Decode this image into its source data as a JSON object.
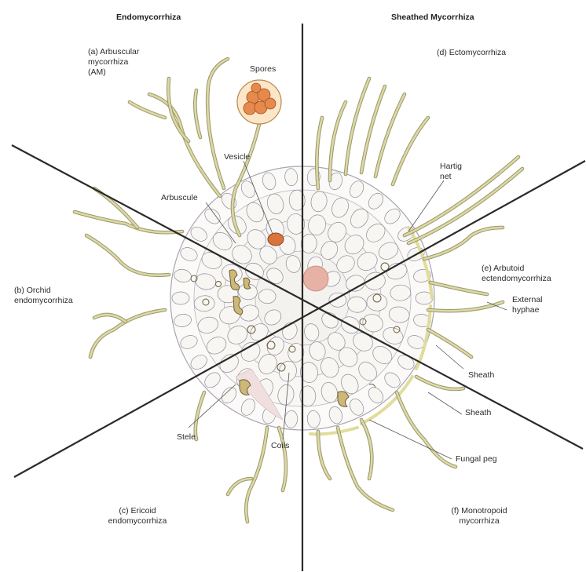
{
  "headers": {
    "left": "Endomycorrhiza",
    "right": "Sheathed Mycorrhiza"
  },
  "sectors": {
    "a": "(a) Arbuscular\nmycorrhiza\n(AM)",
    "b": "(b) Orchid\nendomycorrhiza",
    "c": "(c) Ericoid\nendomycorrhiza",
    "d": "(d) Ectomycorrhiza",
    "e": "(e) Arbutoid\nectendomycorrhiza",
    "f": "(f) Monotropoid\nmycorrhiza"
  },
  "structures": {
    "spores": "Spores",
    "vesicle": "Vesicle",
    "arbuscule": "Arbuscule",
    "hartig_net": "Hartig\nnet",
    "external_hyphae": "External\nhyphae",
    "sheath_upper": "Sheath",
    "sheath_lower": "Sheath",
    "fungal_peg": "Fungal peg",
    "stele": "Stele",
    "coils": "Coils"
  },
  "colors": {
    "hyphae": "#dcd9a6",
    "hyphae_edge": "#9a976a",
    "cell_fill": "#f7f6f3",
    "cell_edge": "#8e8c98",
    "spore": "#e08a4c",
    "stele": "#f2dede"
  }
}
